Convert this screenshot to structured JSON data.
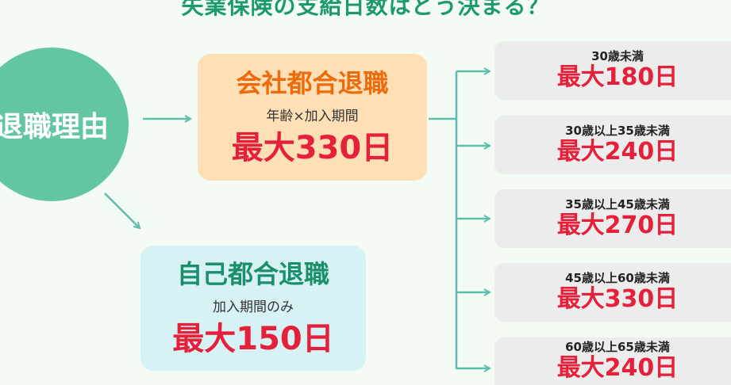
{
  "title": "失業保険の支給日数はどう決まる？",
  "reason": "退職理由",
  "company": {
    "heading": "会社都合退職",
    "sub": "年齢×加入期間",
    "max": "最大330日"
  },
  "self": {
    "heading": "自己都合退職",
    "sub": "加入期間のみ",
    "max": "最大150日"
  },
  "age_groups": [
    {
      "age": "30歳未満",
      "amount": "最大180日"
    },
    {
      "age": "30歳以上35歳未満",
      "amount": "最大240日"
    },
    {
      "age": "35歳以上45歳未満",
      "amount": "最大270日"
    },
    {
      "age": "45歳以上60歳未満",
      "amount": "最大330日"
    },
    {
      "age": "60歳以上65歳未満",
      "amount": "最大240日"
    }
  ],
  "colors": {
    "accent_green": "#1b9a6e",
    "circle": "#62c6a1",
    "orange": "#ec6c0c",
    "red": "#e5203a",
    "arrow": "#5cbfae"
  }
}
